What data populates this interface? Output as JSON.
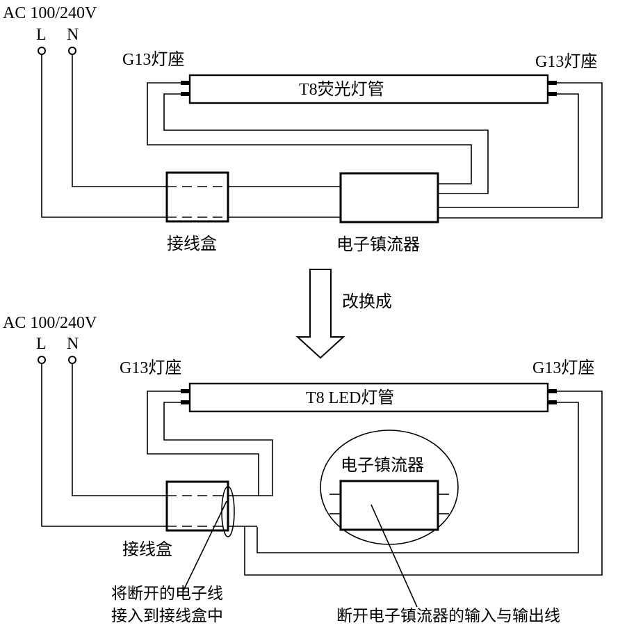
{
  "top": {
    "ac_label": "AC 100/240V",
    "l_label": "L",
    "n_label": "N",
    "socket_left": "G13灯座",
    "socket_right": "G13灯座",
    "tube_label": "T8荧光灯管",
    "junction_box": "接线盒",
    "ballast": "电子镇流器"
  },
  "arrow": {
    "label": "改换成"
  },
  "bottom": {
    "ac_label": "AC 100/240V",
    "l_label": "L",
    "n_label": "N",
    "socket_left": "G13灯座",
    "socket_right": "G13灯座",
    "tube_label": "T8 LED灯管",
    "ballast": "电子镇流器",
    "junction_box": "接线盒",
    "note_left_line1": "将断开的电子线",
    "note_left_line2": "接入到接线盒中",
    "note_right": "断开电子镇流器的输入与输出线"
  }
}
